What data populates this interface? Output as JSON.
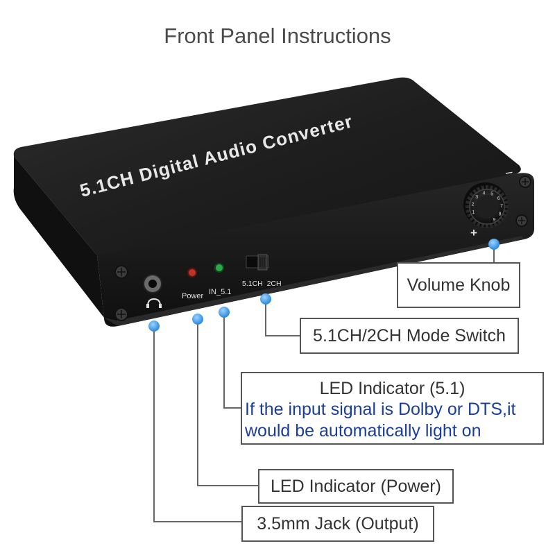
{
  "title": "Front Panel Instructions",
  "device": {
    "name": "5.1CH Digital Audio Converter",
    "labels": {
      "power": "Power",
      "in51": "IN_5.1",
      "switch": "5.1CH  2CH"
    },
    "knob_marks": {
      "minus": "−",
      "plus": "+",
      "numbers": [
        "1",
        "2",
        "3",
        "4",
        "5",
        "6",
        "7",
        "8",
        "9"
      ]
    }
  },
  "callouts": {
    "volume_knob": "Volume Knob",
    "mode_switch": "5.1CH/2CH Mode Switch",
    "led_51_title": "LED Indicator (5.1)",
    "led_51_desc_line1": "If the input signal is Dolby or DTS,it",
    "led_51_desc_line2": "would be automatically light on",
    "led_power": "LED Indicator (Power)",
    "jack": "3.5mm Jack (Output)"
  },
  "colors": {
    "device_body": "#1b1b1b",
    "callout_dot": "#3a9be8",
    "power_led": "#c0332b",
    "in51_led": "#2ea64a",
    "desc_text": "#1a3e9a",
    "leader_line": "#666666"
  },
  "icons": [
    "headphone-icon",
    "screw-icon",
    "knob-icon",
    "slide-switch-icon"
  ]
}
